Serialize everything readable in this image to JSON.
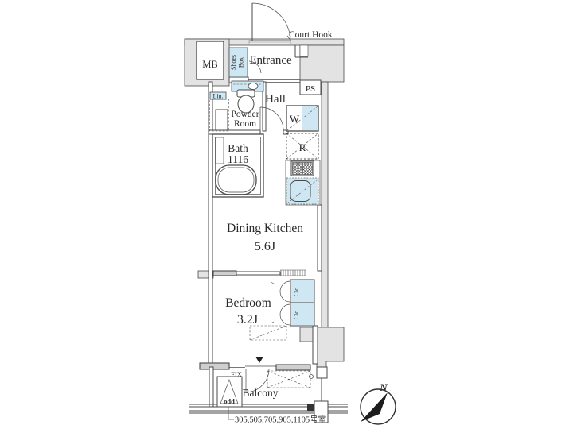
{
  "labels": {
    "mb": "MB",
    "shoes_line1": "Shoes",
    "shoes_line2": "Box",
    "entrance": "Entrance",
    "court_hook": "Court Hook",
    "ps": "PS",
    "lin": "Lin.",
    "powder_line1": "Powder",
    "powder_line2": "Room",
    "hall": "Hall",
    "washer": "W",
    "fridge": "R",
    "bath_line1": "Bath",
    "bath_line2": "1116",
    "dining_kitchen": "Dining Kitchen",
    "dining_kitchen_size": "5.6J",
    "bedroom": "Bedroom",
    "bedroom_size": "3.2J",
    "closet_top": "Clo.",
    "closet_bottom": "Clo.",
    "fix": "FIX",
    "balcony": "Balcony",
    "hatch": "odd",
    "room_numbers": "305,505,705,905,1105号室",
    "north": "N"
  },
  "colors": {
    "wall_fill": "#e3e3e3",
    "wall_dark": "#cfcfcf",
    "fixture_blue": "#cfe7f3",
    "line": "#4a4a4a",
    "text": "#2a2a2a",
    "needle": "#1c1c1c"
  }
}
